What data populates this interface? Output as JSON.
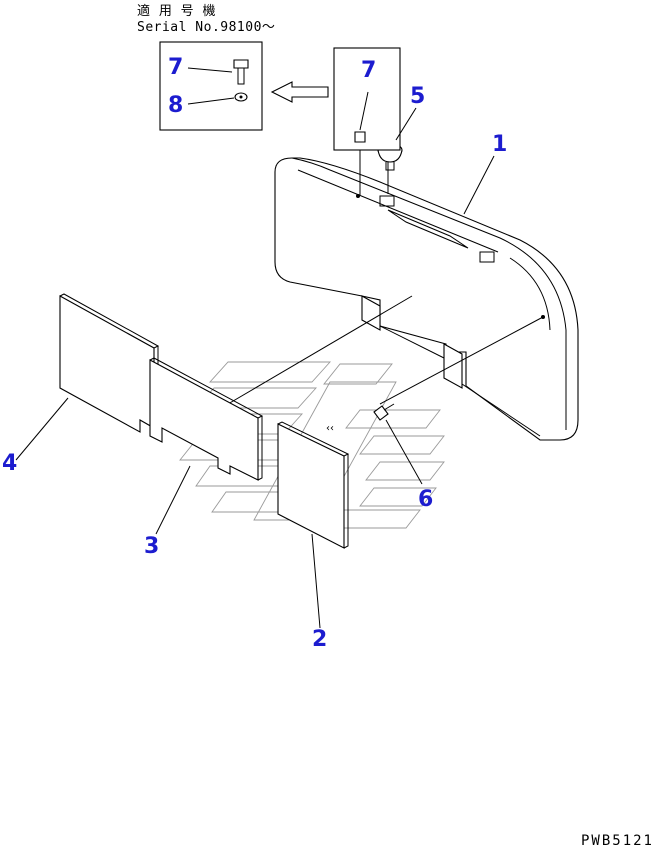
{
  "header": {
    "applicable_label": "適 用 号 機",
    "serial_label": "Serial No.98100～"
  },
  "footer": {
    "drawing_code": "PWB5121"
  },
  "callouts": {
    "part_1": "1",
    "part_2": "2",
    "part_3": "3",
    "part_4": "4",
    "part_5": "5",
    "part_6": "6",
    "part_7_detail": "7",
    "part_7_main": "7",
    "part_8": "8"
  },
  "colors": {
    "callout": "#1c1ccf",
    "line": "#000000",
    "watermark": "#9a9a9a"
  }
}
